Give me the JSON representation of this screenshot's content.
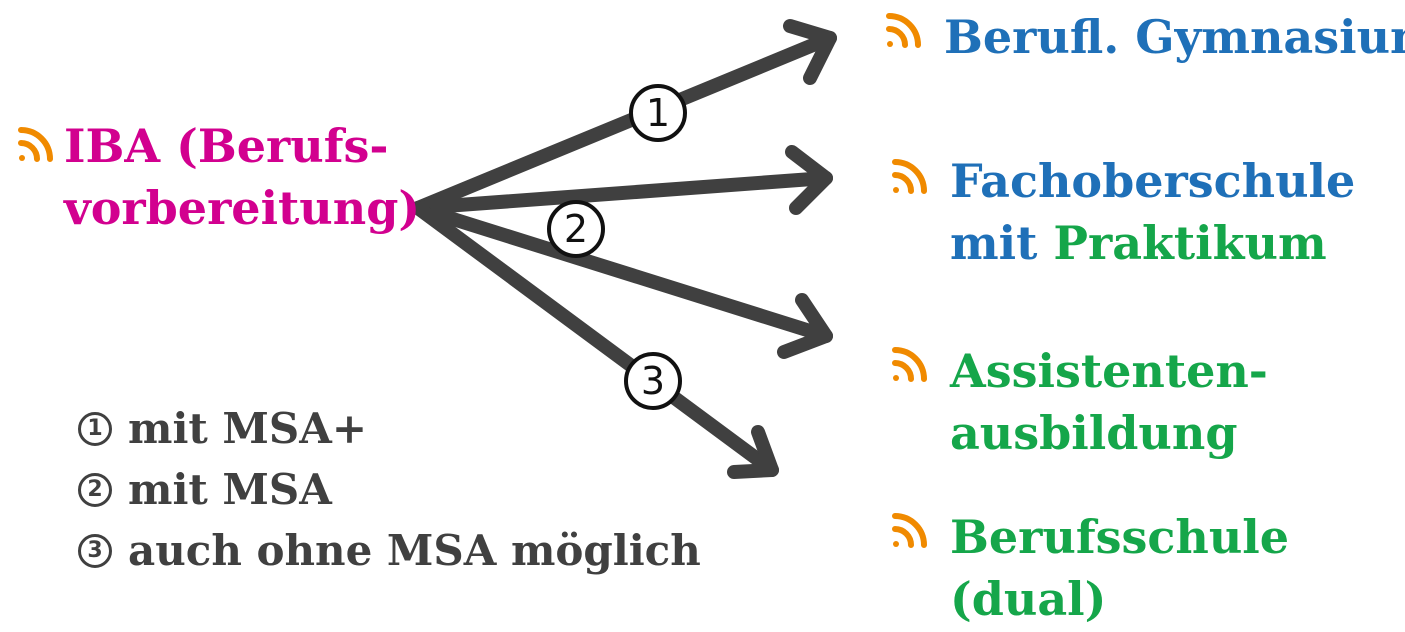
{
  "colors": {
    "source": "#d2008f",
    "blue": "#1f70b8",
    "green": "#15a64a",
    "icon": "#f08a00",
    "arrow": "#404040",
    "legend_text": "#404040"
  },
  "source": {
    "icon": "feed-icon",
    "line1": "IBA (Berufs-",
    "line2": "vorbereitung)"
  },
  "targets": {
    "gymnasium": {
      "icon": "feed-icon",
      "text": "Berufl. Gymnasium"
    },
    "fachoberschule": {
      "icon": "feed-icon",
      "line1": "Fachoberschule",
      "line2_prefix": "mit ",
      "line2_suffix": "Praktikum"
    },
    "assistenten": {
      "icon": "feed-icon",
      "line1": "Assistenten-",
      "line2": "ausbildung"
    },
    "berufsschule": {
      "icon": "feed-icon",
      "line1": "Berufsschule",
      "line2": "(dual)"
    }
  },
  "markers": [
    "1",
    "2",
    "3"
  ],
  "legend": [
    {
      "num": "1",
      "text": "mit MSA+"
    },
    {
      "num": "2",
      "text": "mit MSA"
    },
    {
      "num": "3",
      "text": "auch ohne MSA möglich"
    }
  ]
}
